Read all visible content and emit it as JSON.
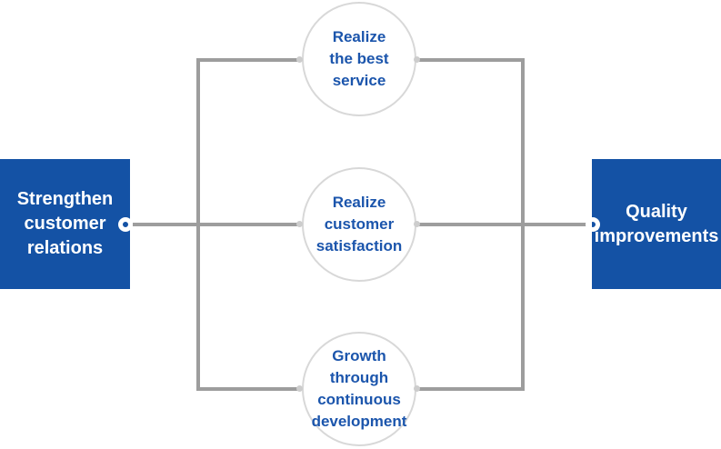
{
  "diagram": {
    "left_box": {
      "label": "Strengthen\ncustomer\nrelations"
    },
    "right_box": {
      "label": "Quality\nimprovements"
    },
    "circles": [
      {
        "label": "Realize\nthe best service"
      },
      {
        "label": "Realize\ncustomer\nsatisfaction"
      },
      {
        "label": "Growth through\ncontinuous\ndevelopment"
      }
    ],
    "colors": {
      "box_blue": "#1452a5",
      "box_text": "#ffffff",
      "circle_text_blue": "#1b55ac",
      "circle_border_gray": "#d8d8d8",
      "line_gray": "#9d9d9d",
      "dot_gray": "#cdcdcd",
      "ring_white": "#ffffff"
    }
  }
}
